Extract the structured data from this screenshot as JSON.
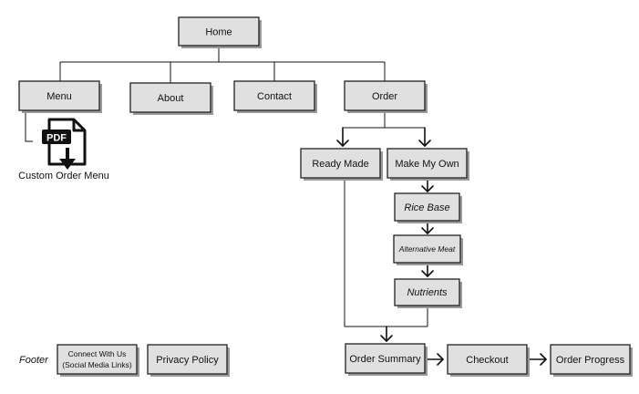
{
  "nodes": {
    "home": "Home",
    "menu": "Menu",
    "about": "About",
    "contact": "Contact",
    "order": "Order",
    "ready_made": "Ready Made",
    "make_my_own": "Make My Own",
    "rice_base": "Rice Base",
    "alternative_meat": "Alternative Meat",
    "nutrients": "Nutrients",
    "order_summary": "Order Summary",
    "checkout": "Checkout",
    "order_progress": "Order Progress",
    "connect_line1": "Connect With Us",
    "connect_line2": "(Social Media Links)",
    "privacy_policy": "Privacy Policy"
  },
  "pdf_icon": {
    "badge_text": "PDF",
    "caption": "Custom Order Menu",
    "icon": "pdf-download-icon"
  },
  "footer_label": "Footer",
  "colors": {
    "box_fill": "#e0e0e0",
    "box_border": "#222222",
    "box_shadow": "#9a9a9a",
    "line": "#111111"
  }
}
